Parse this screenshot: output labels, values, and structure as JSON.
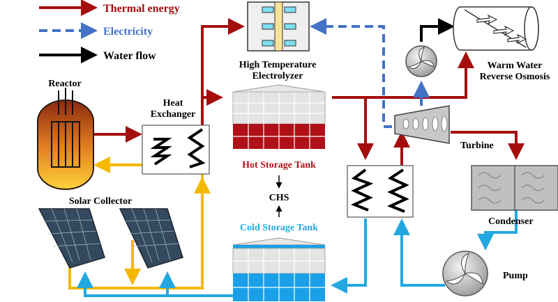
{
  "legend": {
    "thermal": "Thermal energy",
    "electricity": "Electricity",
    "water": "Water flow"
  },
  "labels": {
    "reactor": "Reactor",
    "heat_exchanger_1": "Heat",
    "heat_exchanger_2": "Exchanger",
    "electrolyzer_1": "High Temperature",
    "electrolyzer_2": "Electrolyzer",
    "warm_water_1": "Warm Water",
    "warm_water_2": "Reverse Osmosis",
    "turbine": "Turbine",
    "hot_tank": "Hot Storage Tank",
    "chs": "CHS",
    "cold_tank": "Cold Storage Tank",
    "solar": "Solar Collector",
    "condenser": "Condenser",
    "pump": "Pump"
  },
  "colors": {
    "thermal": "#a50d0d",
    "electricity": "#4472c4",
    "water": "#000000",
    "solar_loop": "#f5b800",
    "cold_loop": "#22a8e0",
    "hot_fluid": "#b01018",
    "cold_fluid": "#1aa0e8"
  }
}
